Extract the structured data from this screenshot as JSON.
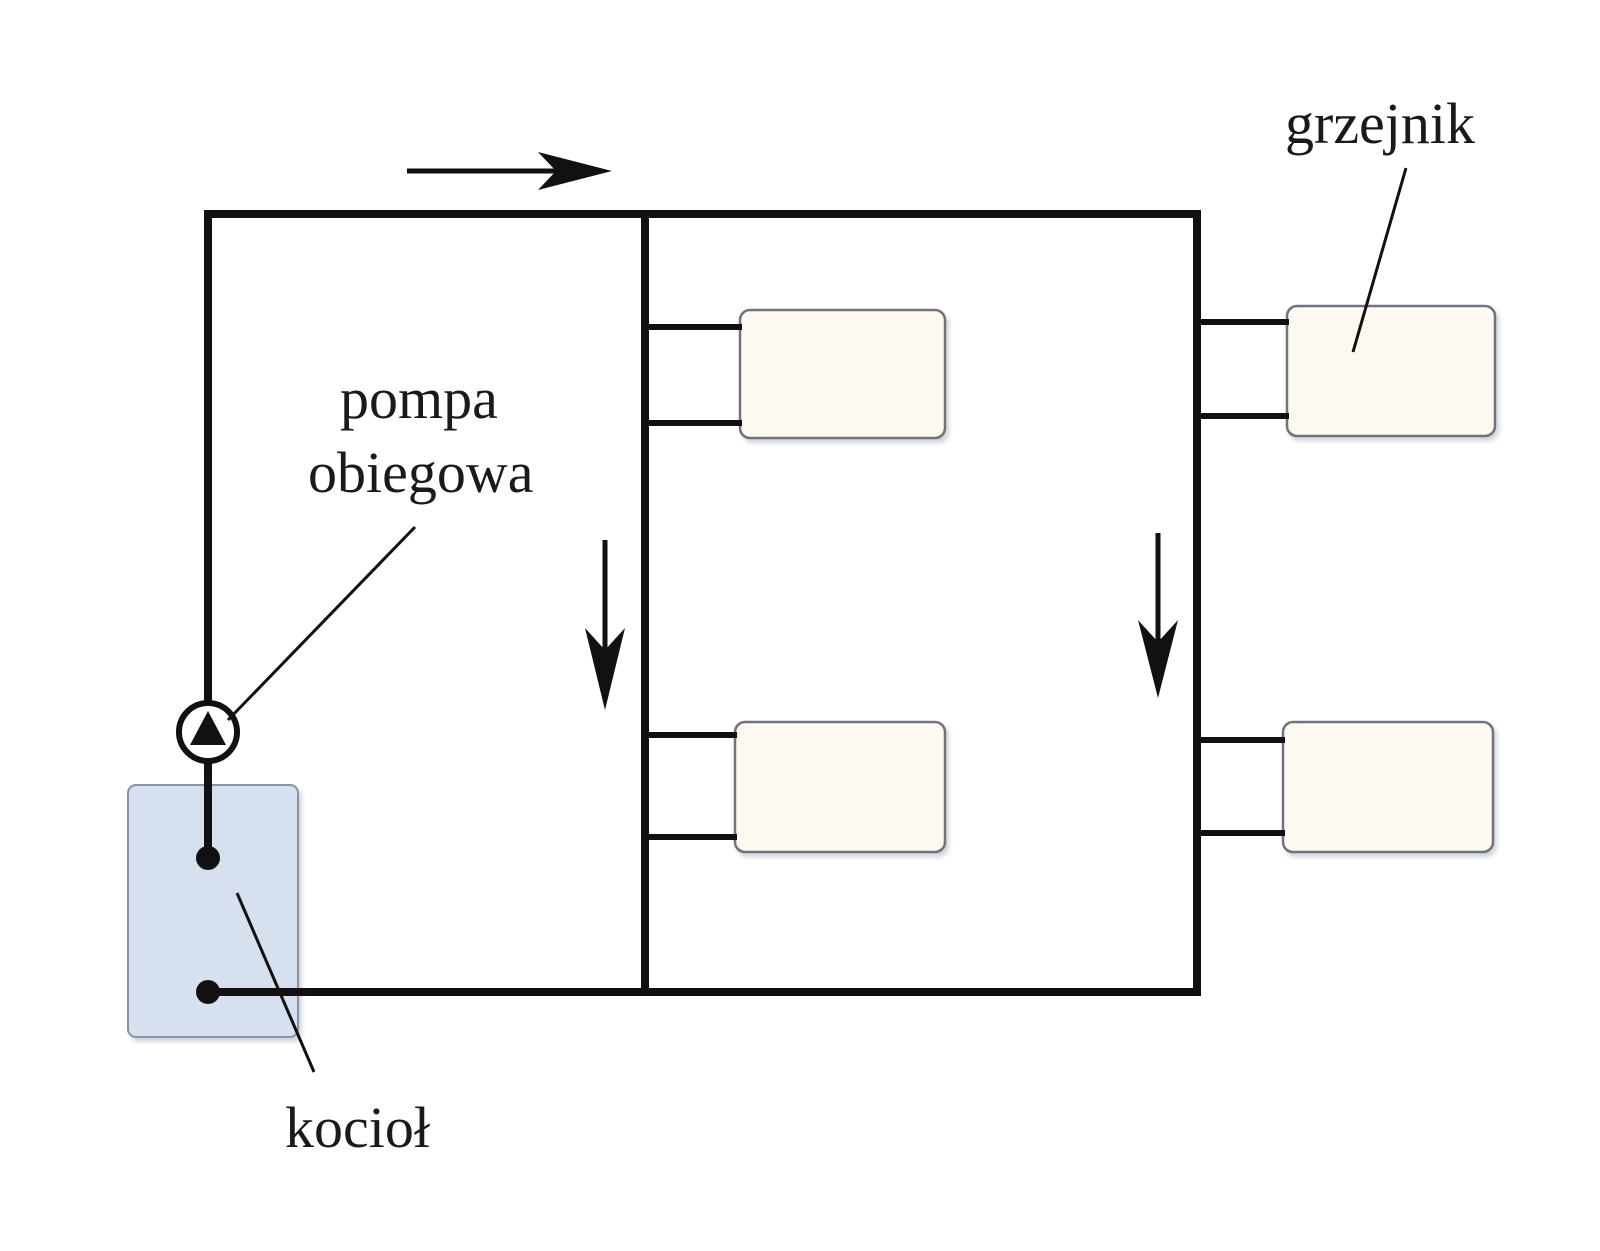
{
  "labels": {
    "radiator": "grzejnik",
    "pump_line1": "pompa",
    "pump_line2": "obiegowa",
    "boiler": "kocioł"
  },
  "colors": {
    "pipe": "#111111",
    "radiator_fill": "#fdf8f0",
    "radiator_border": "#6f7378",
    "boiler_fill": "#d7e0ee",
    "pump_fill": "#ffffff"
  },
  "icons": {
    "pump": "circulation-pump-icon",
    "flow_arrow": "flow-arrow-icon"
  }
}
